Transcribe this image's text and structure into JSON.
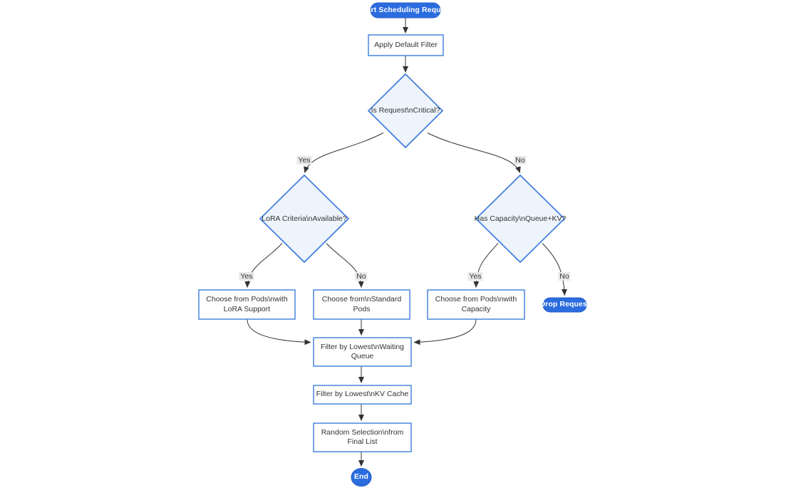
{
  "flowchart": {
    "type": "flowchart",
    "nodes": {
      "start": "Start Scheduling Request",
      "apply_filter": "Apply Default Filter",
      "is_critical": "Is Request\\nCritical?",
      "lora_criteria": "LoRA Criteria\\nAvailable?",
      "has_capacity": "Has Capacity\\nQueue+KV?",
      "choose_lora": "Choose from Pods\\nwith LoRA Support",
      "choose_standard": "Choose from\\nStandard Pods",
      "choose_capacity": "Choose from Pods\\nwith Capacity",
      "drop_request": "Drop Request",
      "filter_queue": "Filter by Lowest\\nWaiting Queue",
      "filter_kv": "Filter by Lowest\\nKV Cache",
      "random_selection": "Random Selection\\nfrom Final List",
      "end": "End"
    },
    "edge_labels": {
      "critical_yes": "Yes",
      "critical_no": "No",
      "lora_yes": "Yes",
      "lora_no": "No",
      "capacity_yes": "Yes",
      "capacity_no": "No"
    },
    "colors": {
      "terminal_fill": "#2b6cdf",
      "terminal_text": "#ffffff",
      "decision_fill": "#edf4fc",
      "node_border": "#3b7ddd",
      "process_fill": "#ffffff",
      "edge": "#333333",
      "text": "#333333",
      "edge_label_bg": "#e8e8e8"
    }
  }
}
